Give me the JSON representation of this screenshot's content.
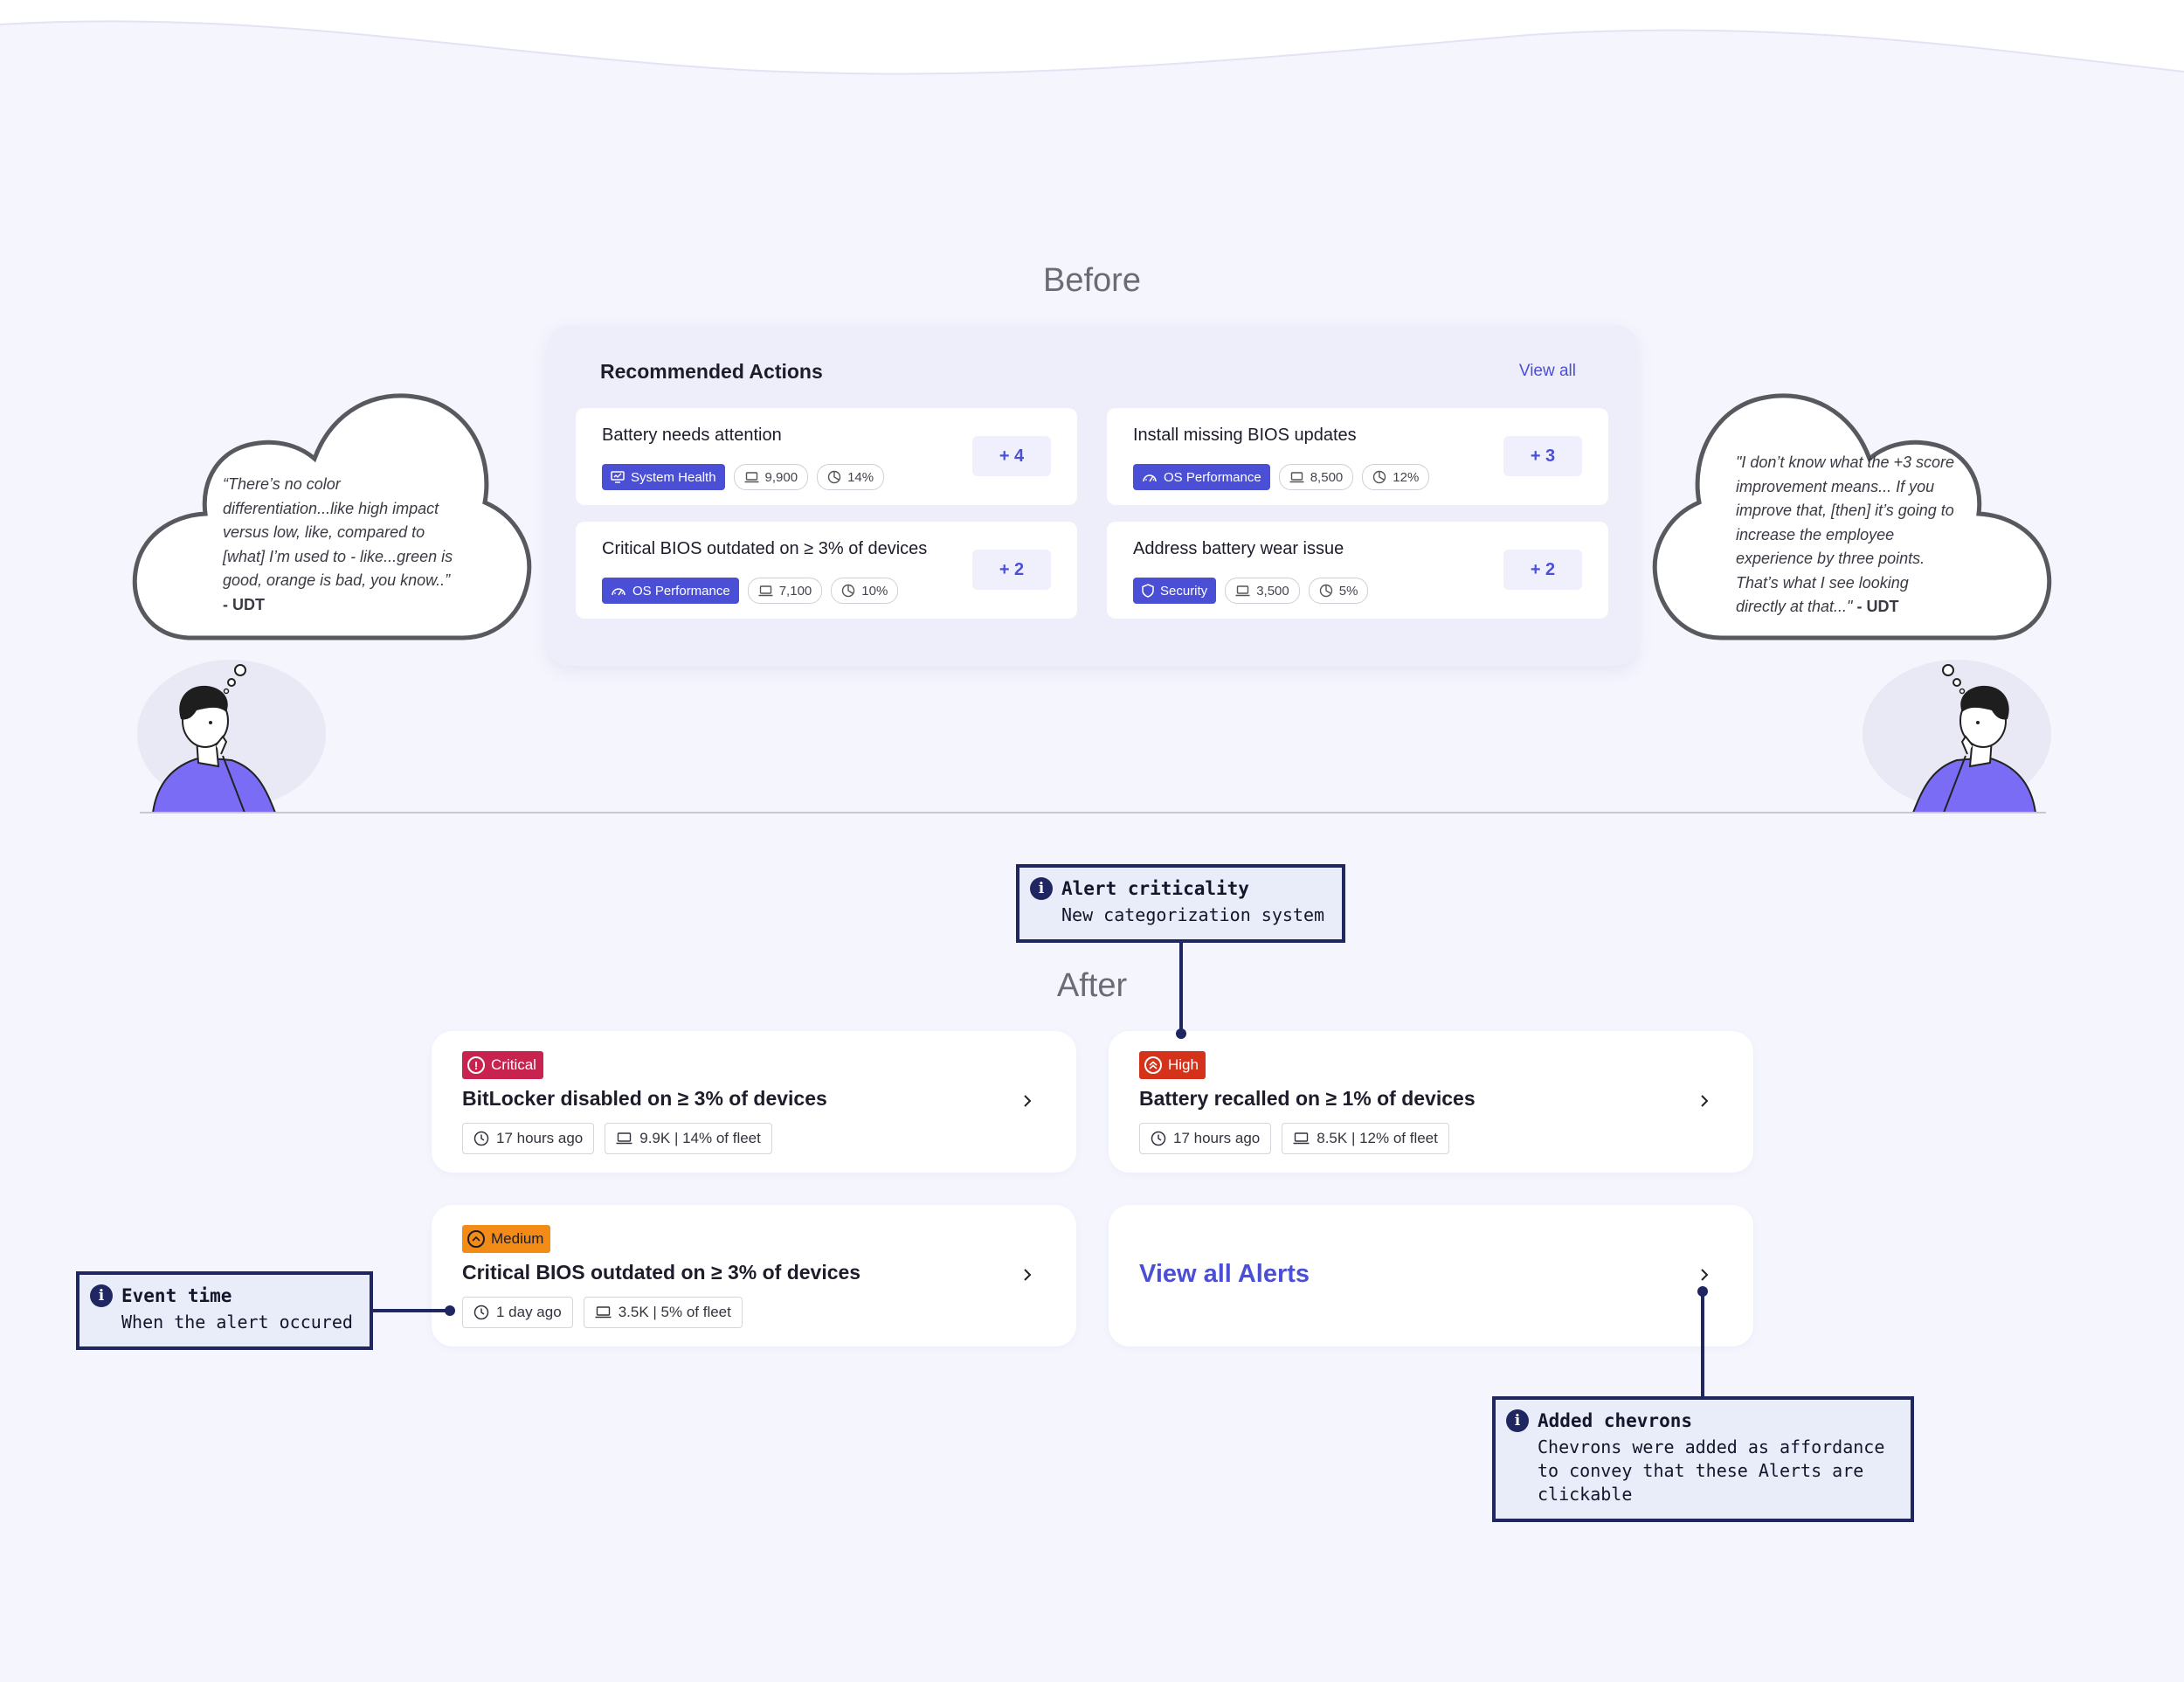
{
  "before": {
    "heading": "Before",
    "panel_title": "Recommended Actions",
    "view_all": "View all",
    "cards": [
      {
        "title": "Battery needs attention",
        "category": "System Health",
        "category_icon": "monitor-icon",
        "devices": "9,900",
        "percent": "14%",
        "score": "+ 4"
      },
      {
        "title": "Install missing BIOS updates",
        "category": "OS Performance",
        "category_icon": "gauge-icon",
        "devices": "8,500",
        "percent": "12%",
        "score": "+ 3"
      },
      {
        "title": "Critical BIOS outdated on ≥ 3% of devices",
        "category": "OS Performance",
        "category_icon": "gauge-icon",
        "devices": "7,100",
        "percent": "10%",
        "score": "+ 2"
      },
      {
        "title": "Address battery wear issue",
        "category": "Security",
        "category_icon": "shield-icon",
        "devices": "3,500",
        "percent": "5%",
        "score": "+ 2"
      }
    ]
  },
  "quotes": {
    "left": {
      "lines": [
        "“There’s no color",
        "differentiation...like high impact",
        "versus low, like, compared to",
        "[what] I’m used to - like...green is",
        "good, orange is bad, you know..”"
      ],
      "author": "- UDT"
    },
    "right": {
      "lines": [
        "\"I don’t know what the +3 score",
        "improvement means... If you",
        "improve that, [then] it’s going to",
        "increase the employee",
        "experience by three points.",
        "That’s what I see looking"
      ],
      "last_line": "directly at that...\"",
      "author": "- UDT"
    }
  },
  "after": {
    "heading": "After",
    "cards": [
      {
        "severity": "Critical",
        "severity_icon": "exclamation-icon",
        "color": "#c8234f",
        "title": "BitLocker disabled on ≥ 3% of devices",
        "time": "17 hours ago",
        "fleet": "9.9K | 14% of fleet"
      },
      {
        "severity": "High",
        "severity_icon": "double-chevron-up-icon",
        "color": "#d4321b",
        "title": "Battery recalled on ≥ 1% of devices",
        "time": "17 hours ago",
        "fleet": "8.5K | 12% of fleet"
      },
      {
        "severity": "Medium",
        "severity_icon": "chevron-up-icon",
        "color": "#f28c16",
        "title": "Critical BIOS outdated on ≥ 3% of devices",
        "time": "1 day ago",
        "fleet": "3.5K | 5% of fleet"
      }
    ],
    "view_all_alerts": "View all Alerts"
  },
  "annotations": {
    "criticality": {
      "title": "Alert criticality",
      "body": "New categorization system"
    },
    "event_time": {
      "title": "Event time",
      "body": "When the alert occured"
    },
    "chevrons": {
      "title": "Added chevrons",
      "body_lines": [
        "Chevrons were added as affordance",
        "to convey that these Alerts are",
        "clickable"
      ]
    }
  },
  "colors": {
    "accent": "#4b4fd6",
    "annotation": "#1f2660",
    "background": "#f4f5fd"
  }
}
